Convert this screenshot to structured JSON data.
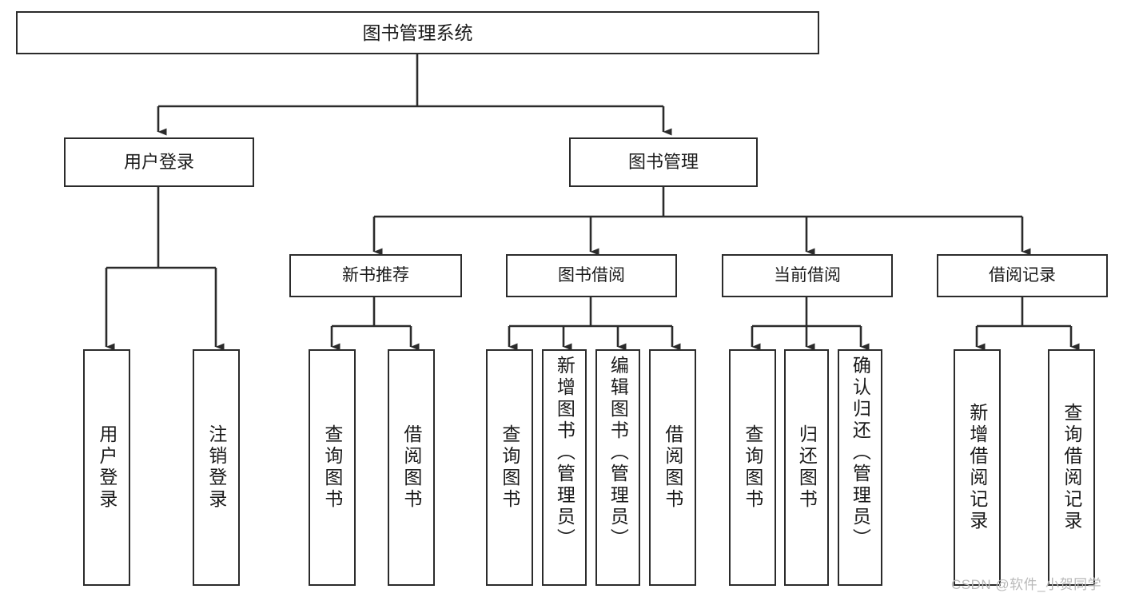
{
  "diagram": {
    "title": "图书管理系统",
    "type": "hierarchy-tree",
    "root": {
      "id": "root",
      "label": "图书管理系统",
      "level": 1
    },
    "level2": [
      {
        "id": "user-login",
        "label": "用户登录",
        "level": 2
      },
      {
        "id": "book-manage",
        "label": "图书管理",
        "level": 2
      }
    ],
    "level3": [
      {
        "id": "new-book-recommend",
        "label": "新书推荐",
        "level": 3,
        "parent": "book-manage"
      },
      {
        "id": "book-borrow",
        "label": "图书借阅",
        "level": 3,
        "parent": "book-manage"
      },
      {
        "id": "current-borrow",
        "label": "当前借阅",
        "level": 3,
        "parent": "book-manage"
      },
      {
        "id": "borrow-record",
        "label": "借阅记录",
        "level": 3,
        "parent": "book-manage"
      }
    ],
    "leaves": [
      {
        "id": "leaf-user-login",
        "label": "用户登录",
        "parent": "user-login"
      },
      {
        "id": "leaf-user-logout",
        "label": "注销登录",
        "parent": "user-login"
      },
      {
        "id": "leaf-query-book-1",
        "label": "查询图书",
        "parent": "new-book-recommend"
      },
      {
        "id": "leaf-borrow-book-1",
        "label": "借阅图书",
        "parent": "new-book-recommend"
      },
      {
        "id": "leaf-query-book-2",
        "label": "查询图书",
        "parent": "book-borrow"
      },
      {
        "id": "leaf-add-book",
        "label": "新增图书（管理员）",
        "parent": "book-borrow"
      },
      {
        "id": "leaf-edit-book",
        "label": "编辑图书（管理员）",
        "parent": "book-borrow"
      },
      {
        "id": "leaf-borrow-book-2",
        "label": "借阅图书",
        "parent": "book-borrow"
      },
      {
        "id": "leaf-query-book-3",
        "label": "查询图书",
        "parent": "current-borrow"
      },
      {
        "id": "leaf-return-book",
        "label": "归还图书",
        "parent": "current-borrow"
      },
      {
        "id": "leaf-confirm-return",
        "label": "确认归还（管理员）",
        "parent": "current-borrow"
      },
      {
        "id": "leaf-add-record",
        "label": "新增借阅记录",
        "parent": "borrow-record"
      },
      {
        "id": "leaf-query-record",
        "label": "查询借阅记录",
        "parent": "borrow-record"
      }
    ],
    "watermark": "CSDN @软件_小贺同学",
    "colors": {
      "stroke": "#2b2b2b",
      "fill": "#ffffff",
      "text": "#1a1a1a",
      "watermark": "#b9b9b9"
    }
  }
}
